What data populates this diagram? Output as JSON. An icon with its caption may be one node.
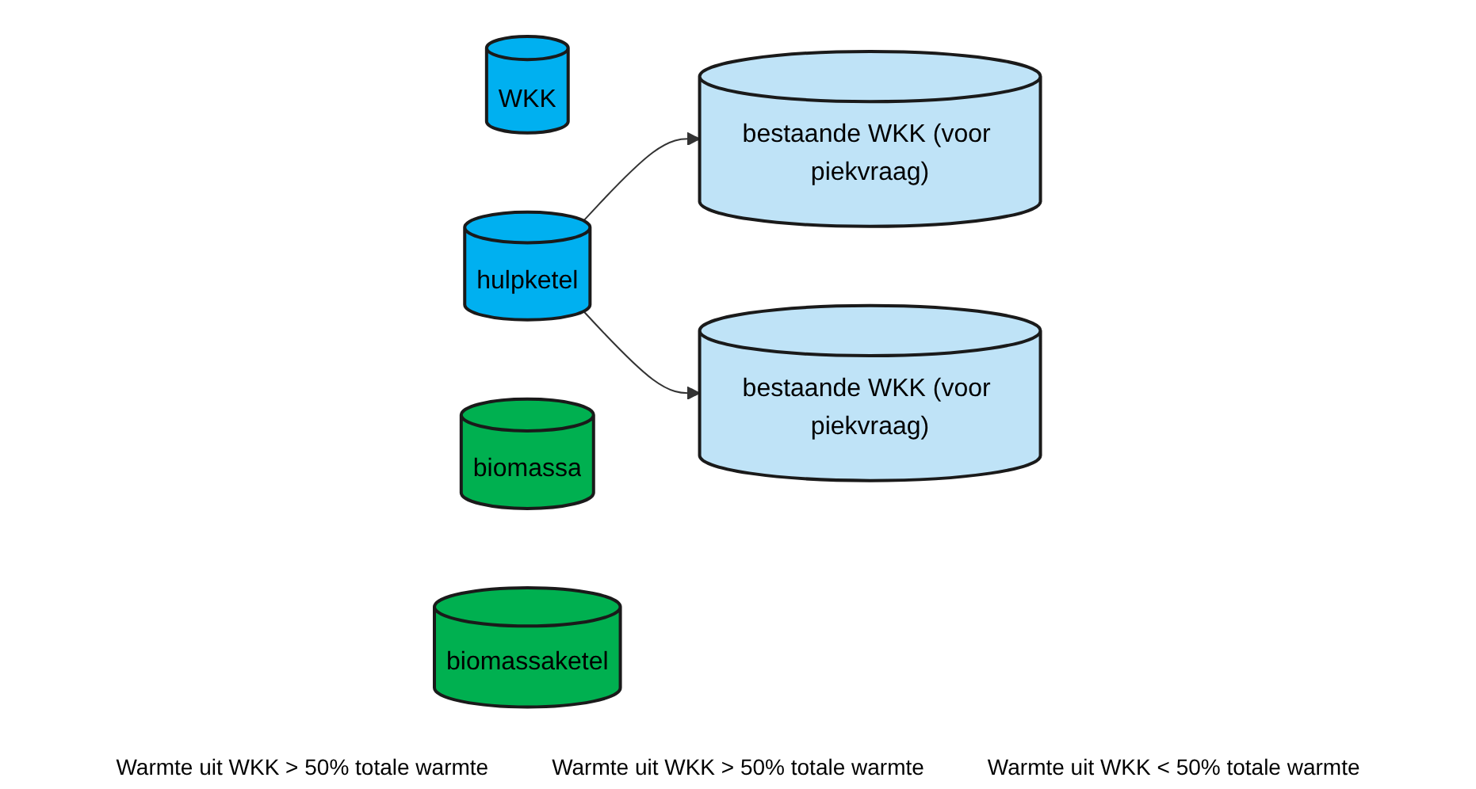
{
  "diagram": {
    "nodes": [
      {
        "text": [
          "WKK"
        ]
      },
      {
        "text": [
          "hulpketel"
        ]
      },
      {
        "text": [
          "bestaande WKK (voor piekvraag)"
        ]
      },
      {
        "text": [
          "biomassa"
        ]
      },
      {
        "text": [
          "bestaande WKK (voor piekvraag)"
        ]
      },
      {
        "text": [
          "biomassaketel"
        ]
      }
    ],
    "edges": [
      {
        "from": 1,
        "to": 2,
        "arrow": "to"
      },
      {
        "from": 1,
        "to": 4,
        "arrow": "to"
      }
    ],
    "labels": [
      "Warmte uit WKK > 50% totale warmte",
      "Warmte uit WKK > 50% totale warmte",
      "Warmte uit WKK < 50% totale warmte"
    ]
  }
}
